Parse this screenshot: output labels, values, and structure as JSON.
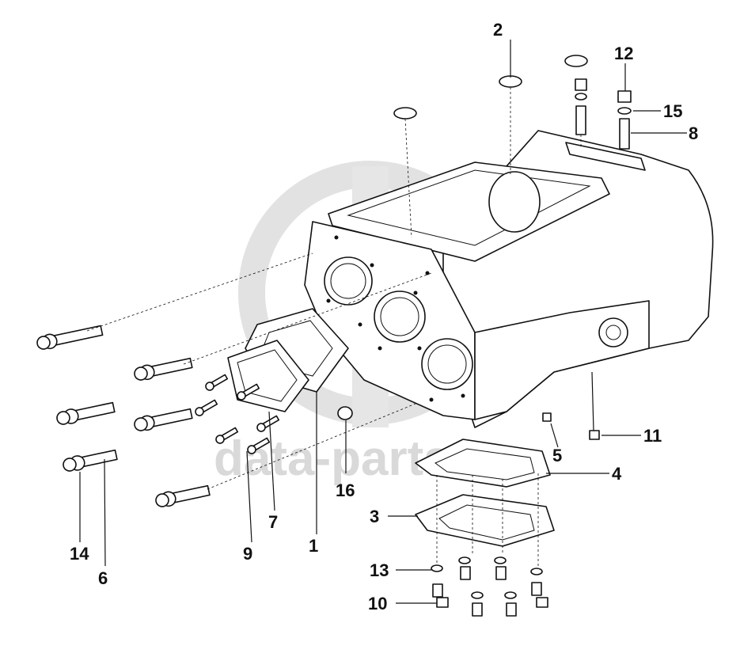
{
  "watermark": {
    "text": "data-parts"
  },
  "callouts": [
    {
      "id": "c1",
      "text": "1"
    },
    {
      "id": "c2",
      "text": "2"
    },
    {
      "id": "c3",
      "text": "3"
    },
    {
      "id": "c4",
      "text": "4"
    },
    {
      "id": "c5",
      "text": "5"
    },
    {
      "id": "c6",
      "text": "6"
    },
    {
      "id": "c7",
      "text": "7"
    },
    {
      "id": "c8",
      "text": "8"
    },
    {
      "id": "c9",
      "text": "9"
    },
    {
      "id": "c10",
      "text": "10"
    },
    {
      "id": "c11",
      "text": "11"
    },
    {
      "id": "c12",
      "text": "12"
    },
    {
      "id": "c13",
      "text": "13"
    },
    {
      "id": "c14",
      "text": "14"
    },
    {
      "id": "c15",
      "text": "15"
    },
    {
      "id": "c16",
      "text": "16"
    }
  ],
  "colors": {
    "ink": "#111111",
    "watermark": "#d9d9d9",
    "background": "#ffffff"
  }
}
